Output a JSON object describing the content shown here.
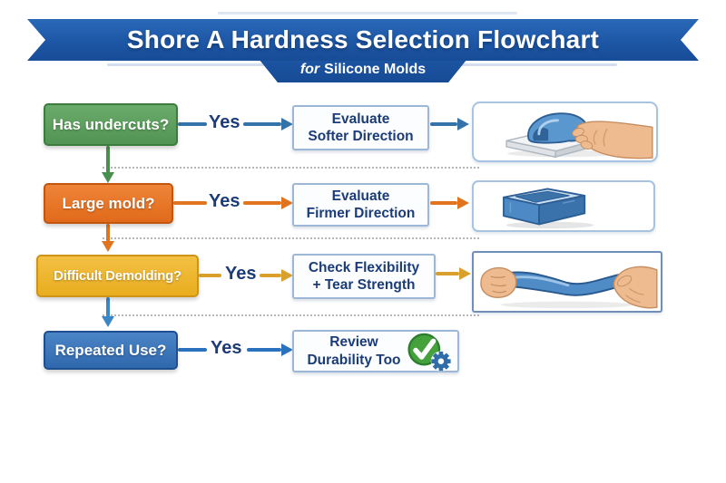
{
  "banner": {
    "title": "Shore A Hardness Selection Flowchart",
    "subtitle_prefix": "for",
    "subtitle_main": "Silicone Molds"
  },
  "palette": {
    "ribbon_blue": "#1d57a6",
    "navy_text": "#1b3c78",
    "row_green": "#5a9e5c",
    "row_orange": "#e8772b",
    "row_yellow": "#eeb62e",
    "row_blue": "#3c78bb",
    "arrow_steel_blue": "#3273a9",
    "arrow_orange": "#e0741f",
    "arrow_gold": "#d9a02b",
    "arrow_bright_blue": "#2a72bd",
    "check_green": "#45a13b",
    "gear_blue": "#2e6da8"
  },
  "rows": [
    {
      "question": "Has undercuts?",
      "yes_label": "Yes",
      "outcome_line1": "Evaluate",
      "outcome_line2": "Softer Direction",
      "illustration": "hand-pressing-soft-mold"
    },
    {
      "question": "Large mold?",
      "yes_label": "Yes",
      "outcome_line1": "Evaluate",
      "outcome_line2": "Firmer Direction",
      "illustration": "rigid-mold-block"
    },
    {
      "question": "Difficult Demolding?",
      "yes_label": "Yes",
      "outcome_line1": "Check Flexibility",
      "outcome_line2": "+ Tear Strength",
      "illustration": "hands-stretching-silicone"
    },
    {
      "question": "Repeated Use?",
      "yes_label": "Yes",
      "outcome_line1": "Review",
      "outcome_line2": "Durability Too",
      "result_icon": "check-gear-icon"
    }
  ]
}
